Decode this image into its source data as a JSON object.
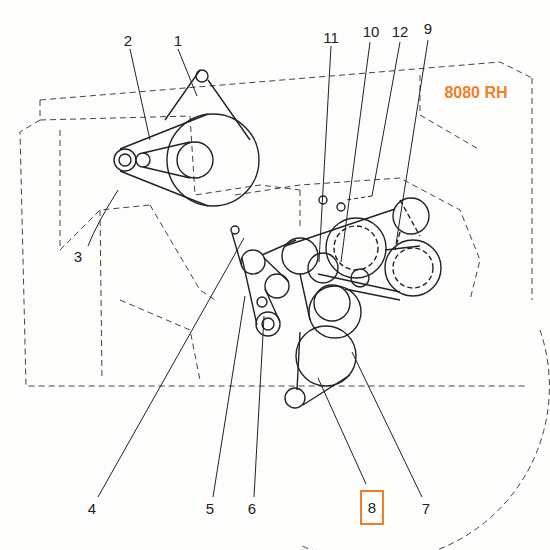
{
  "diagram": {
    "nodes": [
      {
        "text": [
          "8"
        ]
      }
    ],
    "labels": [
      "1",
      "2",
      "3",
      "4",
      "5",
      "6",
      "7",
      "9",
      "10",
      "11",
      "12",
      "8080 RH"
    ]
  }
}
